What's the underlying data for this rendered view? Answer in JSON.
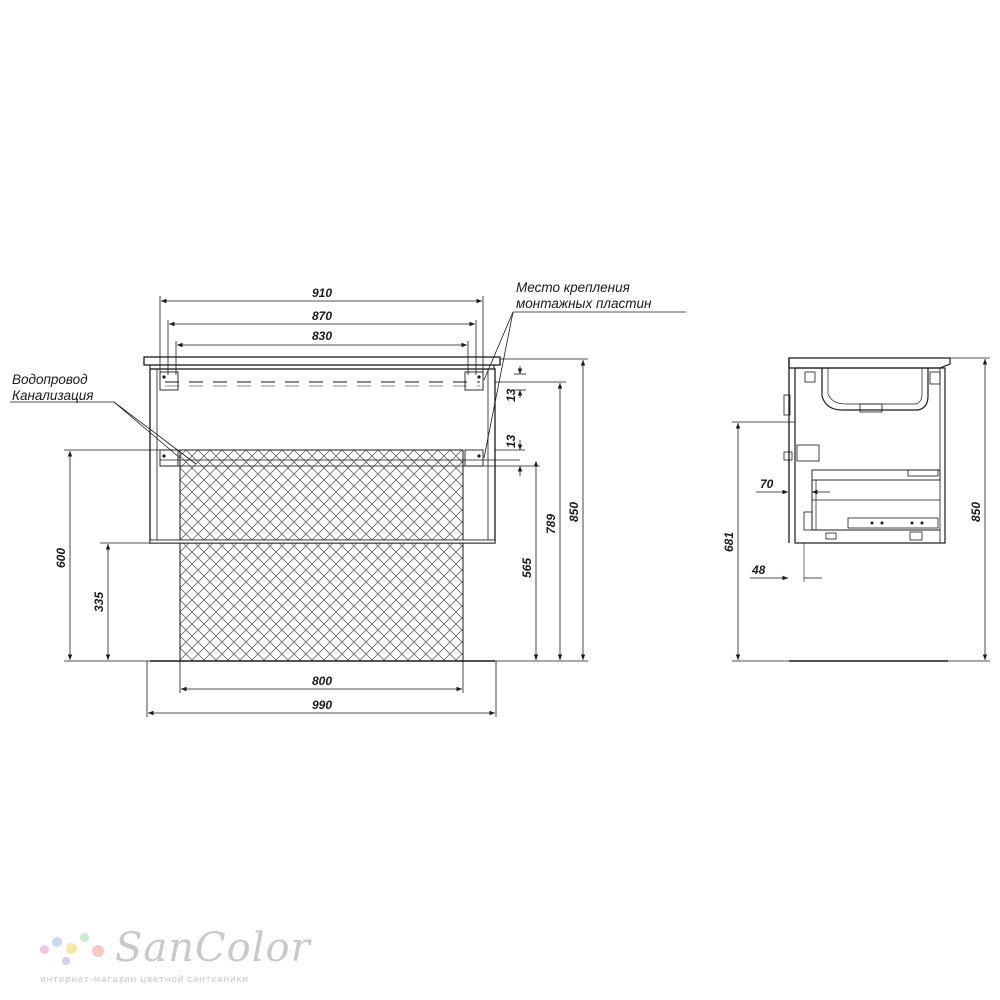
{
  "notes": {
    "mounting": [
      "Место крепления",
      "монтажных пластин"
    ],
    "water": "Водопровод",
    "sewer": "Канализация"
  },
  "dims_front": {
    "w910": "910",
    "w870": "870",
    "w830": "830",
    "w800": "800",
    "w990": "990",
    "h13a": "13",
    "h13b": "13",
    "h789": "789",
    "h850": "850",
    "h565": "565",
    "h600": "600",
    "h335": "335"
  },
  "dims_side": {
    "h681": "681",
    "h850": "850",
    "d70": "70",
    "d48": "48"
  },
  "logo": {
    "name": "SanColor",
    "tagline": "интернет-магазин цветной сантехники",
    "dot_colors": [
      "#f3c6e0",
      "#c9d9f6",
      "#f6e7a8",
      "#c7ecd0",
      "#f7c9c0",
      "#dccaf2"
    ]
  }
}
